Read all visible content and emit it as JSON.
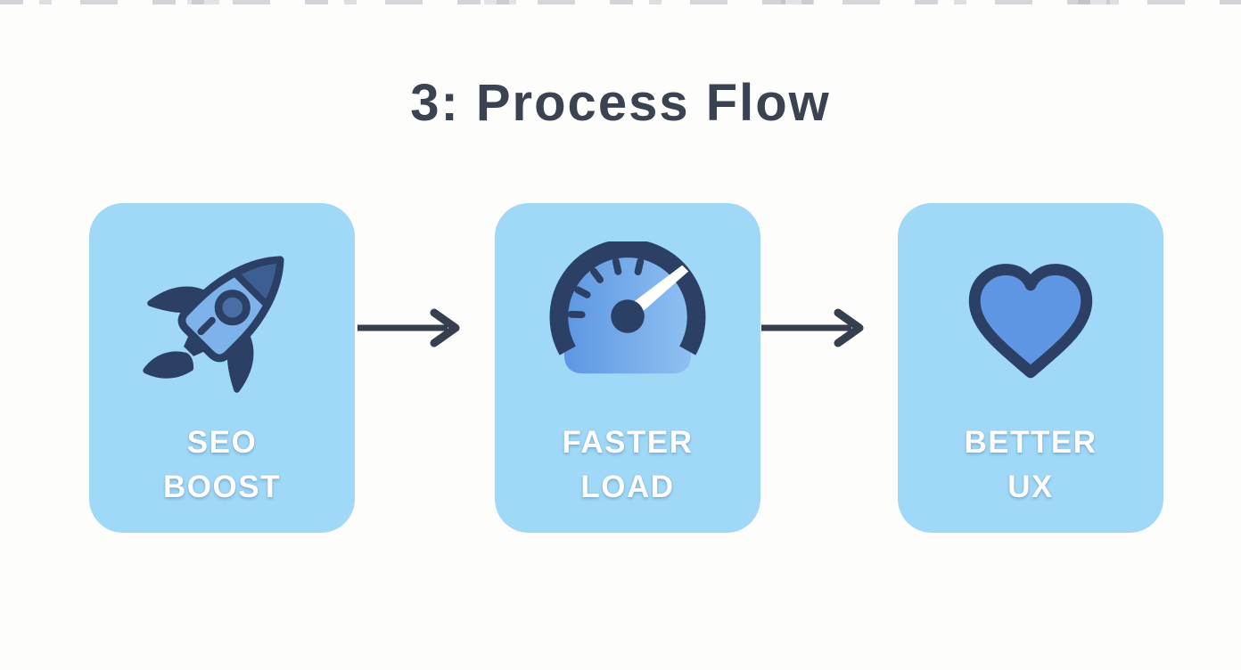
{
  "title": {
    "text": "3: Process Flow"
  },
  "flow": {
    "steps": [
      {
        "id": "seo-boost",
        "icon": "rocket-icon",
        "label_line1": "SEO",
        "label_line2": "BOOST"
      },
      {
        "id": "faster-load",
        "icon": "speedometer-icon",
        "label_line1": "FASTER",
        "label_line2": "LOAD"
      },
      {
        "id": "better-ux",
        "icon": "heart-icon",
        "label_line1": "BETTER",
        "label_line2": "UX"
      }
    ],
    "connector_icon": "arrow-right-icon"
  },
  "colors": {
    "page_bg": "#fdfdfc",
    "title_color": "#3b4252",
    "card_bg": "#a0d8f7",
    "icon_navy": "#2b4064",
    "rocket_body": "#7db2ea",
    "rocket_nose": "#3d5e93",
    "rocket_window": "#4a6da3",
    "speedo_face_dark": "#5d97e2",
    "speedo_face_light": "#8fc0f1",
    "heart_fill": "#5f96e3",
    "arrow_color": "#373e4f",
    "label_text": "#ffffff"
  }
}
